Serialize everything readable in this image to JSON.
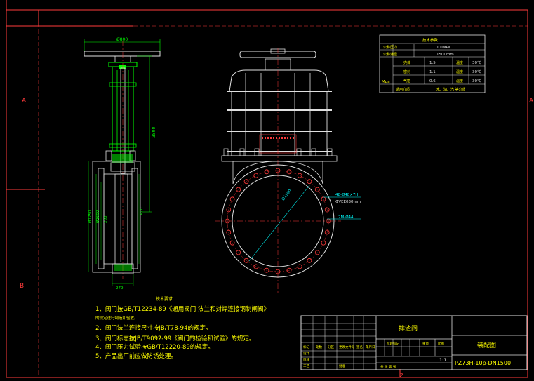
{
  "drawing": {
    "zone_left_top": "A",
    "zone_left_bottom": "B",
    "zone_right_top": "A",
    "zone_bottom": "2"
  },
  "front_view": {
    "handwheel_dim": "Ø800",
    "height_dim": "3800",
    "flange_outer_dim": "Ø1750",
    "flange_inner_dim": "Ø1600",
    "width_dim": "280",
    "side_dim": "400",
    "bottom_dim": "279"
  },
  "side_view": {
    "bolt_circle_label": "Ø1700",
    "bolt_spec_label": "48-Ø48×7H",
    "bore_label": "ΦVEE030mm",
    "face_label": "2M-Ø44"
  },
  "param_table": {
    "title": "技术参数",
    "rows": [
      {
        "label": "公称压力",
        "value": "1.0MPa"
      },
      {
        "label": "公称通径",
        "value": "1500mm"
      }
    ],
    "pressure_rows": [
      {
        "label": "壳体",
        "value": "1.5",
        "temp_label": "温度",
        "temp": "30℃"
      },
      {
        "label": "密封",
        "value": "1.1",
        "temp_label": "温度",
        "temp": "30℃"
      },
      {
        "label": "气密",
        "value": "0.6",
        "temp_label": "温度",
        "temp": "30℃"
      }
    ],
    "unit_label": "Mpa",
    "medium_label": "适用介质",
    "medium_value": "水、油、汽 等介质"
  },
  "tech_requirements": {
    "title": "技术要求",
    "items": [
      "1、阀门按GB/T12234-89《通用阀门 法兰和对焊连接钢制闸阀》",
      "    的规定进行制造和验收。",
      "2、阀门法兰连接尺寸按JB/T78-94的规定。",
      "3、阀门标志按JB/T9092-99《阀门的检验和试验》的规定。",
      "4、阀门压力试验按GB/T12220-89的规定。",
      "5、产品出厂前应做防锈处理。"
    ]
  },
  "title_block": {
    "name": "排渣阀",
    "drawing_title": "装配图",
    "code": "PZ73H-10p-DN1500",
    "scale": "1:1",
    "small_labels": [
      "标记",
      "处数",
      "分区",
      "更改文件号",
      "签名",
      "年月日"
    ],
    "stage_labels": [
      "阶段标记",
      "重量",
      "比例"
    ],
    "design_label": "设计",
    "check_label": "审核",
    "process_label": "工艺",
    "approve_label": "批准",
    "sheet_label": "共 张 第 张"
  }
}
